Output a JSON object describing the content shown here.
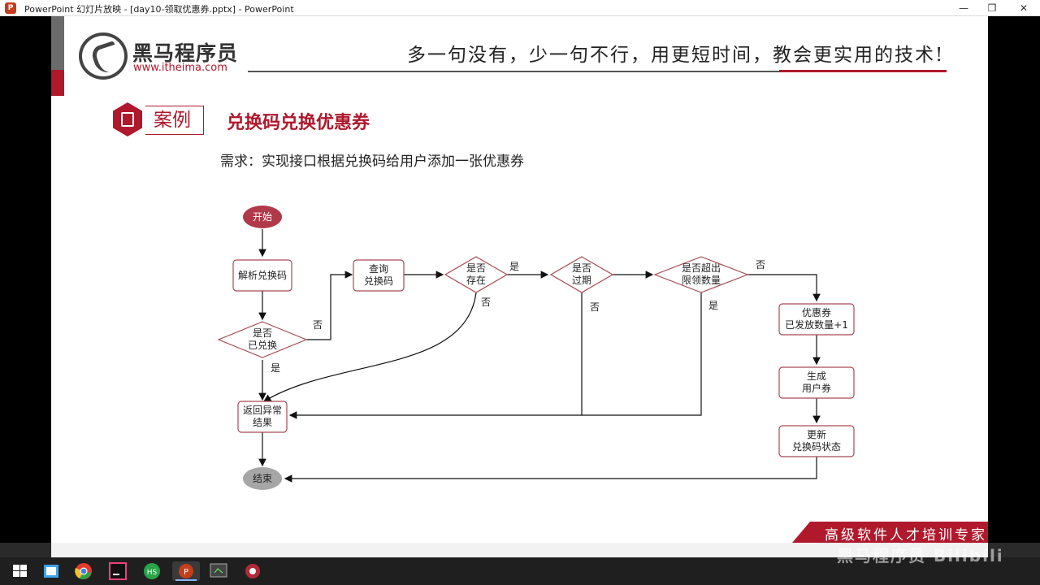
{
  "window": {
    "title": "PowerPoint 幻灯片放映 - [day10-领取优惠券.pptx] - PowerPoint",
    "app_icon": "powerpoint-icon",
    "minimize": "—",
    "maximize": "❐",
    "close": "✕"
  },
  "header": {
    "logo_cn": "黑马程序员",
    "logo_en": "www.itheima.com",
    "slogan": "多一句没有，少一句不行，用更短时间，教会更实用的技术!"
  },
  "section": {
    "tag": "案例",
    "title": "兑换码兑换优惠券",
    "requirement": "需求：实现接口根据兑换码给用户添加一张优惠券"
  },
  "flowchart": {
    "start": "开始",
    "parse": "解析兑换码",
    "exchanged_l1": "是否",
    "exchanged_l2": "已兑换",
    "query_l1": "查询",
    "query_l2": "兑换码",
    "exists_l1": "是否",
    "exists_l2": "存在",
    "expired_l1": "是否",
    "expired_l2": "过期",
    "limit_l1": "是否超出",
    "limit_l2": "限领数量",
    "issued_l1": "优惠券",
    "issued_l2": "已发放数量+1",
    "gen_l1": "生成",
    "gen_l2": "用户券",
    "update_l1": "更新",
    "update_l2": "兑换码状态",
    "error_l1": "返回异常",
    "error_l2": "结果",
    "end": "结束",
    "yes": "是",
    "no": "否"
  },
  "footer": {
    "text": "高级软件人才培训专家"
  },
  "watermark": "黑马程序员 Bilibili",
  "colors": {
    "brand_red": "#b0182c",
    "start_fill": "#b0394a",
    "end_fill": "#a6a6a6",
    "node_stroke": "#a64a56"
  }
}
